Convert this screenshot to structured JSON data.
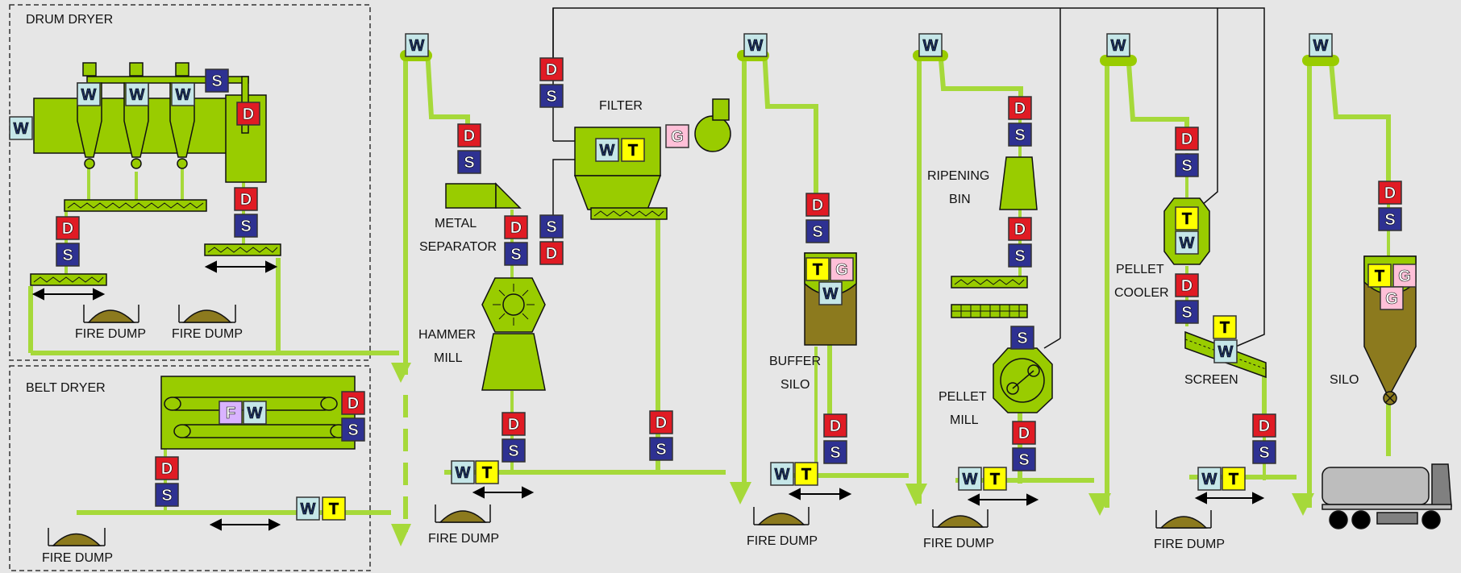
{
  "sections": {
    "drum_dryer": "DRUM DRYER",
    "belt_dryer": "BELT DRYER"
  },
  "labels": {
    "filter": "FILTER",
    "metal_1": "METAL",
    "metal_2": "SEPARATOR",
    "hammer_1": "HAMMER",
    "hammer_2": "MILL",
    "buffer_1": "BUFFER",
    "buffer_2": "SILO",
    "ripening_1": "RIPENING",
    "ripening_2": "BIN",
    "pellet_mill_1": "PELLET",
    "pellet_mill_2": "MILL",
    "pellet_cooler_1": "PELLET",
    "pellet_cooler_2": "COOLER",
    "screen": "SCREEN",
    "silo": "SILO",
    "fire_dump": "FIRE DUMP"
  },
  "badge_letters": {
    "D": "D",
    "S": "S",
    "W": "W",
    "T": "T",
    "G": "G",
    "F": "F"
  },
  "colors": {
    "background": "#e6e6e6",
    "equipment_green": "#99cc00",
    "conveyor_green": "#a6d93a",
    "product_brown": "#8c7a1e",
    "badge_D": "#e01b24",
    "badge_S": "#2e3192",
    "badge_W": "#c5e6e8",
    "badge_T": "#ffff00",
    "badge_G": "#ffc0d8",
    "badge_F": "#d9b3ff",
    "truck_gray": "#bdbdbd"
  }
}
